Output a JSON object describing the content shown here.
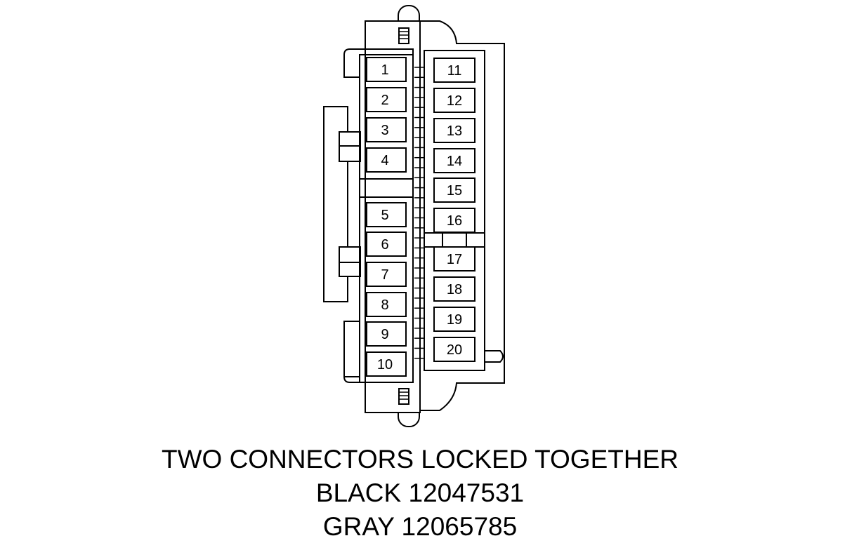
{
  "connector": {
    "left_pins": [
      "1",
      "2",
      "3",
      "4",
      "5",
      "6",
      "7",
      "8",
      "9",
      "10"
    ],
    "right_pins": [
      "11",
      "12",
      "13",
      "14",
      "15",
      "16",
      "17",
      "18",
      "19",
      "20"
    ]
  },
  "caption": {
    "line1": "TWO CONNECTORS LOCKED TOGETHER",
    "line2": "BLACK 12047531",
    "line3": "GRAY 12065785"
  },
  "colors": {
    "stroke": "#000000",
    "background": "#ffffff"
  }
}
